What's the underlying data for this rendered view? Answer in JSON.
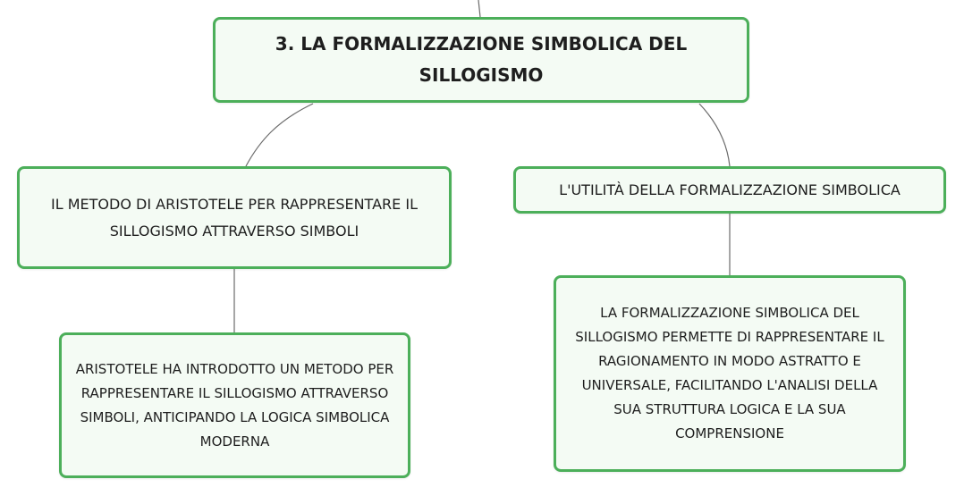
{
  "nodes": {
    "root": {
      "text": "3. LA FORMALIZZAZIONE SIMBOLICA DEL SILLOGISMO"
    },
    "left_branch": {
      "text": "IL METODO DI ARISTOTELE PER RAPPRESENTARE IL SILLOGISMO ATTRAVERSO SIMBOLI"
    },
    "right_branch": {
      "text": "L'UTILITÀ DELLA FORMALIZZAZIONE SIMBOLICA"
    },
    "left_leaf": {
      "text": "ARISTOTELE HA INTRODOTTO UN METODO PER RAPPRESENTARE IL SILLOGISMO ATTRAVERSO SIMBOLI, ANTICIPANDO LA LOGICA SIMBOLICA MODERNA"
    },
    "right_leaf": {
      "text": "LA FORMALIZZAZIONE SIMBOLICA DEL SILLOGISMO PERMETTE DI RAPPRESENTARE IL RAGIONAMENTO IN MODO ASTRATTO E UNIVERSALE, FACILITANDO L'ANALISI DELLA SUA STRUTTURA LOGICA E LA SUA COMPRENSIONE"
    }
  },
  "colors": {
    "node_border": "#4caf5a",
    "node_fill": "#f4fbf4",
    "connector": "#6b6b6b",
    "text": "#1e1e1e"
  }
}
